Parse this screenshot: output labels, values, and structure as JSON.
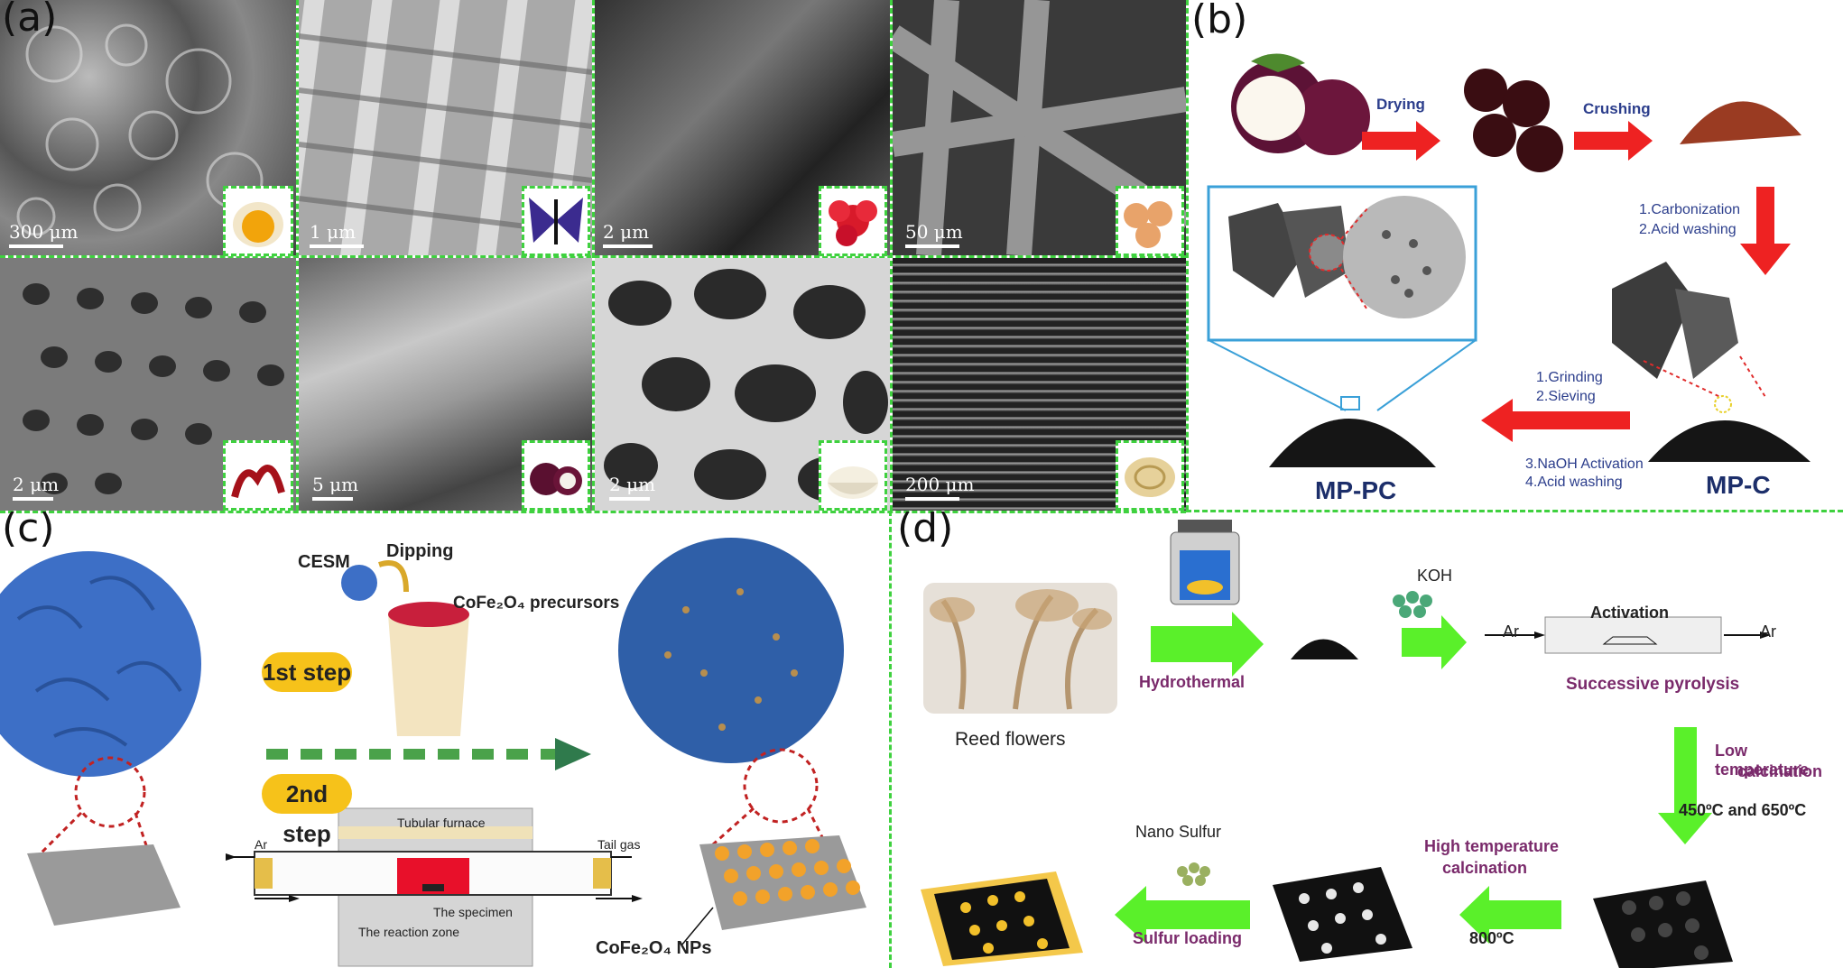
{
  "panels": {
    "a": {
      "label": "(a)"
    },
    "b": {
      "label": "(b)"
    },
    "c": {
      "label": "(c)"
    },
    "d": {
      "label": "(d)"
    }
  },
  "panel_a": {
    "scale_bars": [
      "300 μm",
      "1 μm",
      "2 μm",
      "50 μm",
      "2 μm",
      "5 μm",
      "2 μm",
      "200 μm"
    ]
  },
  "panel_b": {
    "step1": "Drying",
    "step2": "Crushing",
    "step3_line1": "1.Carbonization",
    "step3_line2": "2.Acid washing",
    "step4_line1": "1.Grinding",
    "step4_line2": "2.Sieving",
    "step4_line3": "3.NaOH Activation",
    "step4_line4": "4.Acid washing",
    "product1": "MP-PC",
    "product2": "MP-C"
  },
  "panel_c": {
    "cesm": "CESM",
    "dipping": "Dipping",
    "precursor": "CoFe₂O₄ precursors",
    "step1": "1st step",
    "step2": "2nd step",
    "furnace": "Tubular furnace",
    "ar": "Ar",
    "tail_gas": "Tail gas",
    "specimen": "The specimen",
    "reaction_zone": "The reaction zone",
    "nps": "CoFe₂O₄ NPs"
  },
  "panel_d": {
    "reed": "Reed flowers",
    "hydrothermal": "Hydrothermal",
    "koh": "KOH",
    "activation": "Activation",
    "ar_in": "Ar",
    "ar_out": "Ar",
    "pyrolysis": "Successive pyrolysis",
    "low_temp_line1": "Low temperature",
    "low_temp_line2": "calcination",
    "low_temp_values": "450ºC and 650ºC",
    "high_temp_line1": "High temperature",
    "high_temp_line2": "calcination",
    "high_temp_value": "800ºC",
    "nano_sulfur": "Nano Sulfur",
    "sulfur_loading": "Sulfur loading"
  }
}
